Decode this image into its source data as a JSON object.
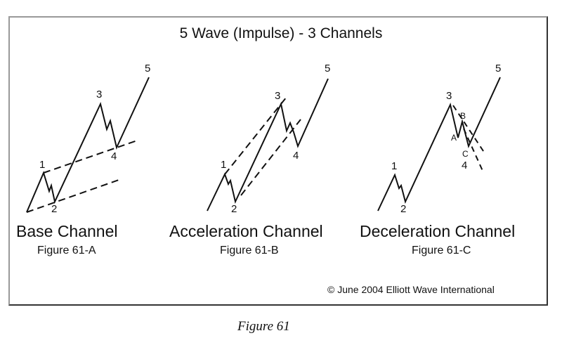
{
  "title": "5 Wave (Impulse) - 3 Channels",
  "panels": [
    {
      "name": "Base Channel",
      "figure": "Figure 61-A",
      "waves": [
        "1",
        "2",
        "3",
        "4",
        "5"
      ]
    },
    {
      "name": "Acceleration Channel",
      "figure": "Figure 61-B",
      "waves": [
        "1",
        "2",
        "3",
        "4",
        "5"
      ]
    },
    {
      "name": "Deceleration Channel",
      "figure": "Figure 61-C",
      "waves": [
        "1",
        "2",
        "3",
        "4",
        "5"
      ],
      "subwaves": [
        "A",
        "B",
        "C"
      ]
    }
  ],
  "copyright": "© June 2004 Elliott Wave International",
  "caption": "Figure 61"
}
